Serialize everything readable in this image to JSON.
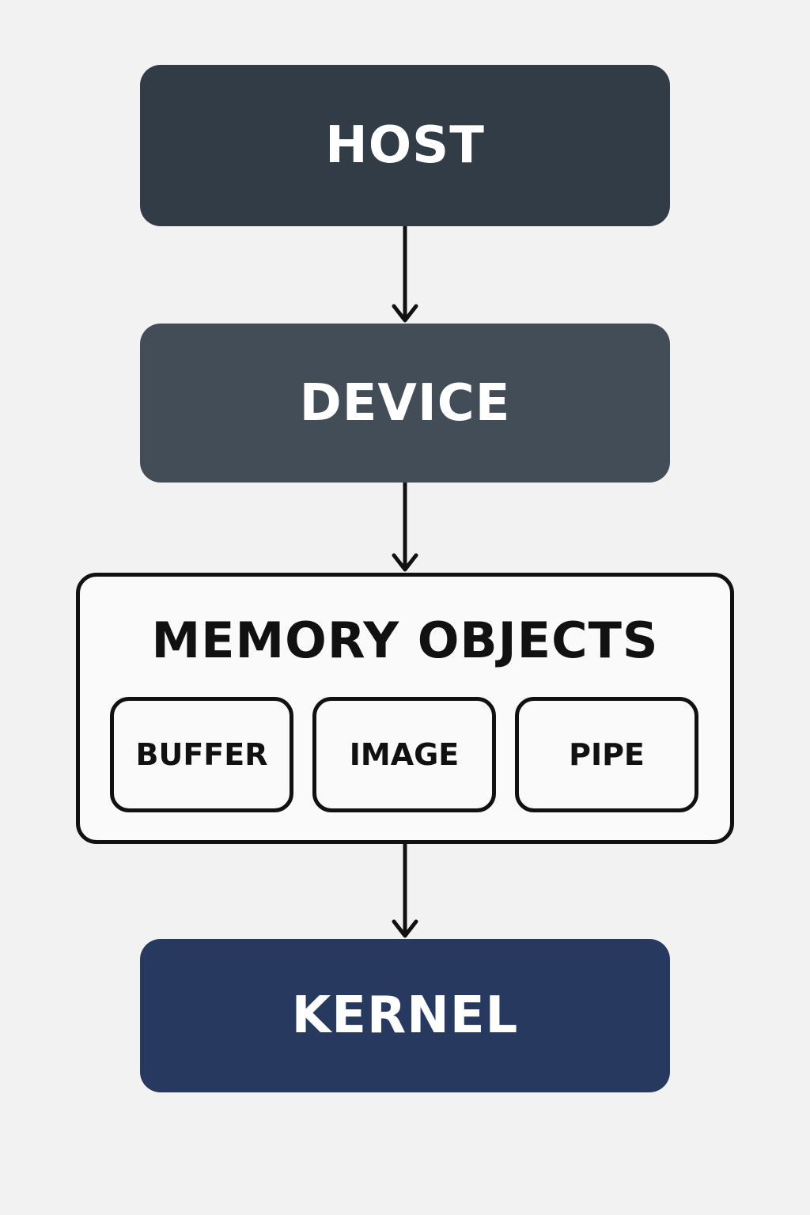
{
  "diagram": {
    "colors": {
      "host": "#323c47",
      "device": "#434d57",
      "kernel": "#27395f",
      "stroke": "#111111"
    },
    "nodes": {
      "host": "HOST",
      "device": "DEVICE",
      "memory_objects": {
        "title": "MEMORY OBJECTS",
        "items": [
          "BUFFER",
          "IMAGE",
          "PIPE"
        ]
      },
      "kernel": "KERNEL"
    },
    "edges": [
      {
        "from": "host",
        "to": "device"
      },
      {
        "from": "device",
        "to": "memory_objects"
      },
      {
        "from": "memory_objects",
        "to": "kernel"
      }
    ]
  }
}
